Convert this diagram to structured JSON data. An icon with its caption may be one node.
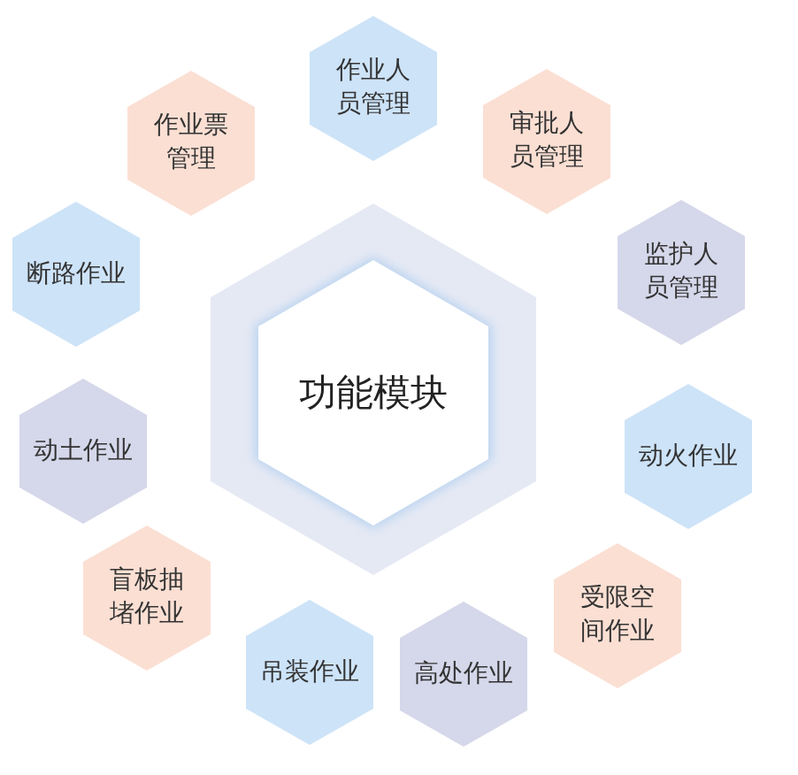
{
  "diagram": {
    "nodes": [
      {
        "text": [
          "功能模块"
        ]
      },
      {
        "text": [
          "作业人员管理"
        ]
      },
      {
        "text": [
          "审批人员管理"
        ]
      },
      {
        "text": [
          "监护人员管理"
        ]
      },
      {
        "text": [
          "动火作业"
        ]
      },
      {
        "text": [
          "受限空间作业"
        ]
      },
      {
        "text": [
          "高处作业"
        ]
      },
      {
        "text": [
          "吊装作业"
        ]
      },
      {
        "text": [
          "盲板抽堵作业"
        ]
      },
      {
        "text": [
          "动土作业"
        ]
      },
      {
        "text": [
          "断路作业"
        ]
      },
      {
        "text": [
          "作业票管理"
        ]
      }
    ]
  }
}
